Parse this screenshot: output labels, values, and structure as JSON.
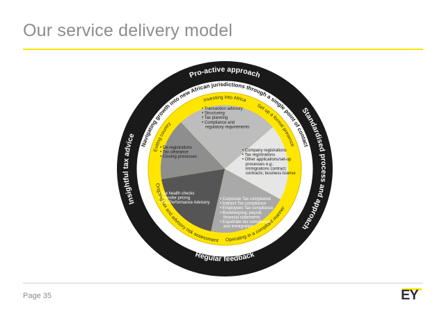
{
  "slide": {
    "title": "Our service delivery model",
    "page_label": "Page 35",
    "logo_text": "EY"
  },
  "outer_ring": {
    "top": "Pro-active approach",
    "right": "Standardised process and approach",
    "bottom": "Regular feedback",
    "left": "Insightful tax advice"
  },
  "middle_ring": {
    "top": "Navigating growth into new African jurisdictions through a single point of contact"
  },
  "yellow_band": {
    "top": "Investing into Africa",
    "right": "Set up a formal presence",
    "bottom_right": "Operating in a compliant manner",
    "bottom_left": "Ongoing tax and advisory risk assessment",
    "left": "Exiting country"
  },
  "segments": {
    "investing": [
      "Transaction advisory",
      "Structuring",
      "Tax planning",
      "Compliance and",
      "regulatory requirements"
    ],
    "setup": [
      "Company registrations",
      "Tax registrations",
      "Other applications/set-up",
      "processes e.g.:",
      "immigrations contract;",
      "contracts; business license"
    ],
    "operating": [
      "Corporate Tax compliance",
      "Indirect Tax compliance",
      "Employees Tax compliance",
      "Bookkeeping; payroll,",
      "financial statements",
      "Expatriate tax compliance",
      "and immigration"
    ],
    "risk": [
      "Tax health checks",
      "Transfer pricing",
      "Tax Performance Advisory"
    ],
    "exiting": [
      "De-registrations",
      "Tax clearance",
      "Closing processes"
    ]
  },
  "colors": {
    "accent_yellow": "#ffe600",
    "ring_black": "#1a1a1a",
    "title_gray": "#8c8c8c"
  }
}
